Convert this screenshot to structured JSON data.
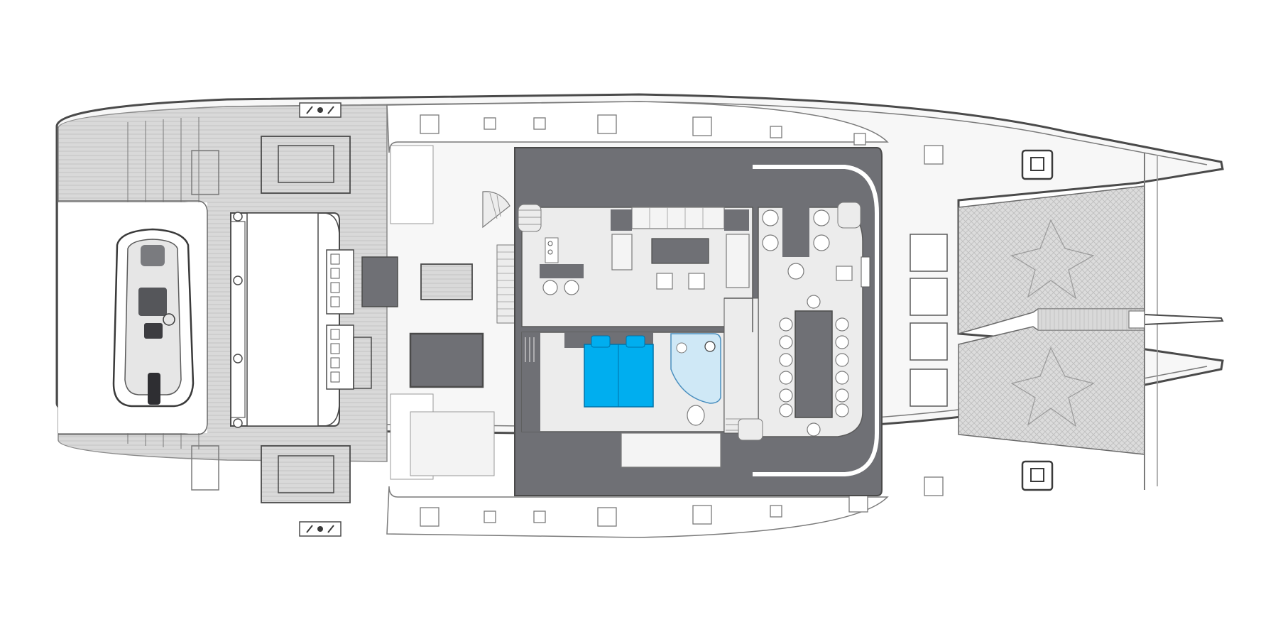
{
  "diagram": {
    "type": "catamaran-deck-plan",
    "orientation": "stern-left-bow-right",
    "colors": {
      "background": "#ffffff",
      "deck_teak": "#d9d9d9",
      "teak_line": "#bdbdbd",
      "hull_outline": "#4a4a4a",
      "interior_floor": "#ececec",
      "interior_dark": "#6f7075",
      "furniture": "#8a8b8f",
      "bed_blue": "#00aeef",
      "bath_blue": "#cfe8f6",
      "trampoline": "#dadada",
      "light_panel": "#f7f7f7"
    },
    "features": [
      "aft-swim-platform-steps",
      "tender",
      "aft-lounge-sofa",
      "aft-sunbeds",
      "aft-cockpit-tables",
      "spiral-stair",
      "galley",
      "master-cabin-bed",
      "ensuite-bathroom",
      "dining-table",
      "forward-lounge-seating",
      "foredeck-hatches",
      "trampoline-nets",
      "bowsprit",
      "deck-hatches",
      "winches"
    ]
  }
}
